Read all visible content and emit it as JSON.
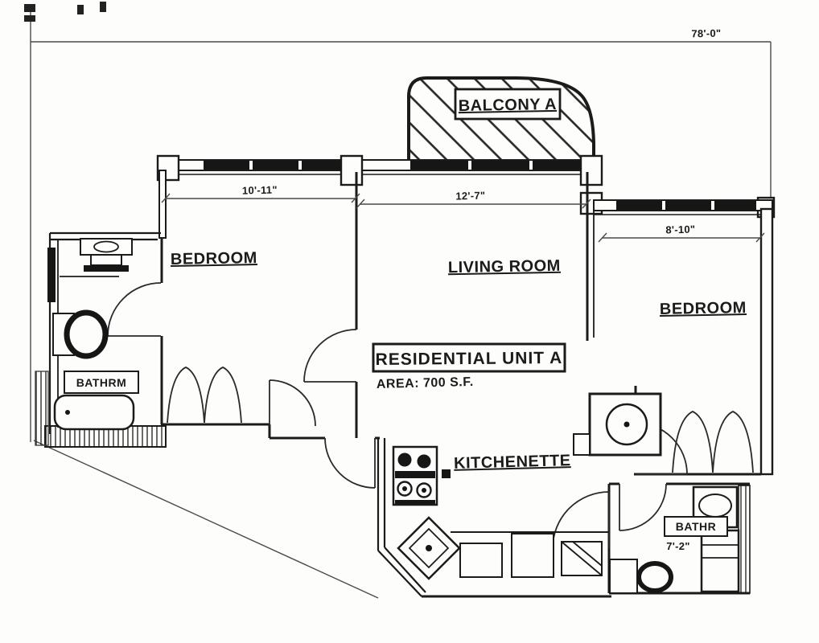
{
  "plan": {
    "unit_title": "RESIDENTIAL UNIT A",
    "unit_area": "AREA: 700 S.F.",
    "rooms": {
      "balcony": "BALCONY A",
      "bedroom_left": "BEDROOM",
      "living_room": "LIVING ROOM",
      "bedroom_right": "BEDROOM",
      "kitchenette": "KITCHENETTE",
      "bathroom_left": "BATHRM",
      "bathroom_right": "BATHR"
    },
    "dimensions": {
      "overall": "78'-0\"",
      "bedroom_left": "10'-11\"",
      "living_room": "12'-7\"",
      "bedroom_right": "8'-10\"",
      "bathroom_right": "7'-2\""
    },
    "colors": {
      "ink": "#1b1b1b",
      "paper": "#fdfdfb"
    }
  }
}
